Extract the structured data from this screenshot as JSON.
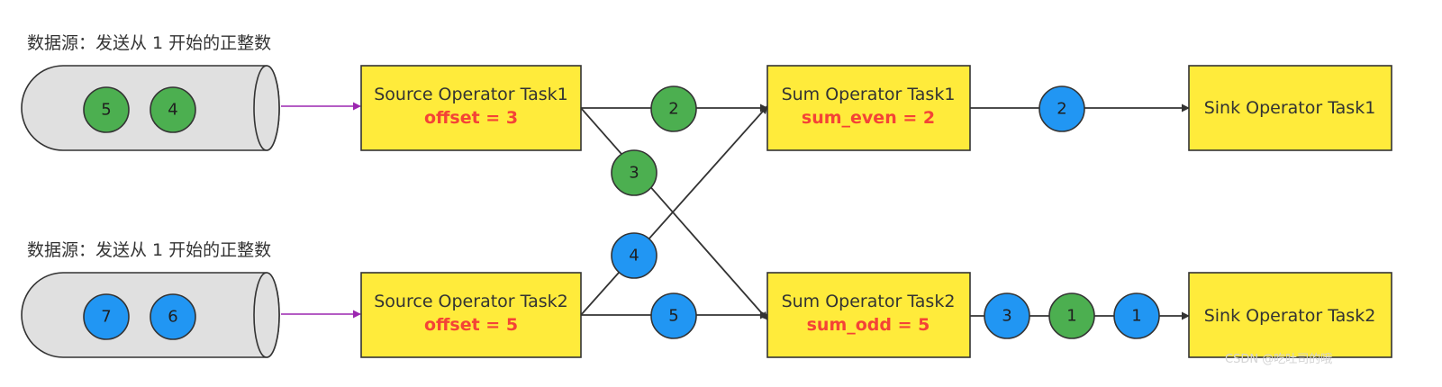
{
  "colors": {
    "box_fill": "#ffeb3b",
    "box_stroke": "#333333",
    "value_text": "#f44336",
    "token_green": "#4caf50",
    "token_blue": "#2196f3",
    "token_stroke": "#333333",
    "source_arrow": "#9c27b0",
    "edge": "#333333",
    "cylinder_fill": "#e0e0e0"
  },
  "sources": [
    {
      "label": "数据源：发送从 1 开始的正整数",
      "tokens": [
        {
          "label": "5",
          "color": "green"
        },
        {
          "label": "4",
          "color": "green"
        }
      ]
    },
    {
      "label": "数据源：发送从 1 开始的正整数",
      "tokens": [
        {
          "label": "7",
          "color": "blue"
        },
        {
          "label": "6",
          "color": "blue"
        }
      ]
    }
  ],
  "operators": {
    "source1": {
      "title": "Source Operator Task1",
      "value": "offset = 3"
    },
    "source2": {
      "title": "Source Operator Task2",
      "value": "offset = 5"
    },
    "sum1": {
      "title": "Sum Operator Task1",
      "value": "sum_even = 2"
    },
    "sum2": {
      "title": "Sum Operator Task2",
      "value": "sum_odd = 5"
    },
    "sink1": {
      "title": "Sink Operator Task1"
    },
    "sink2": {
      "title": "Sink Operator Task2"
    }
  },
  "edge_tokens": [
    {
      "edge": "source1-sum1",
      "label": "2",
      "color": "green"
    },
    {
      "edge": "source1-sum2",
      "label": "3",
      "color": "green"
    },
    {
      "edge": "source2-sum1",
      "label": "4",
      "color": "blue"
    },
    {
      "edge": "source2-sum2",
      "label": "5",
      "color": "blue"
    },
    {
      "edge": "sum1-sink1",
      "label": "2",
      "color": "blue"
    },
    {
      "edge": "sum2-sink2",
      "label": "3",
      "color": "blue"
    },
    {
      "edge": "sum2-sink2",
      "label": "1",
      "color": "green"
    },
    {
      "edge": "sum2-sink2",
      "label": "1",
      "color": "blue"
    }
  ],
  "watermark": "CSDN @吃吐司的哦"
}
